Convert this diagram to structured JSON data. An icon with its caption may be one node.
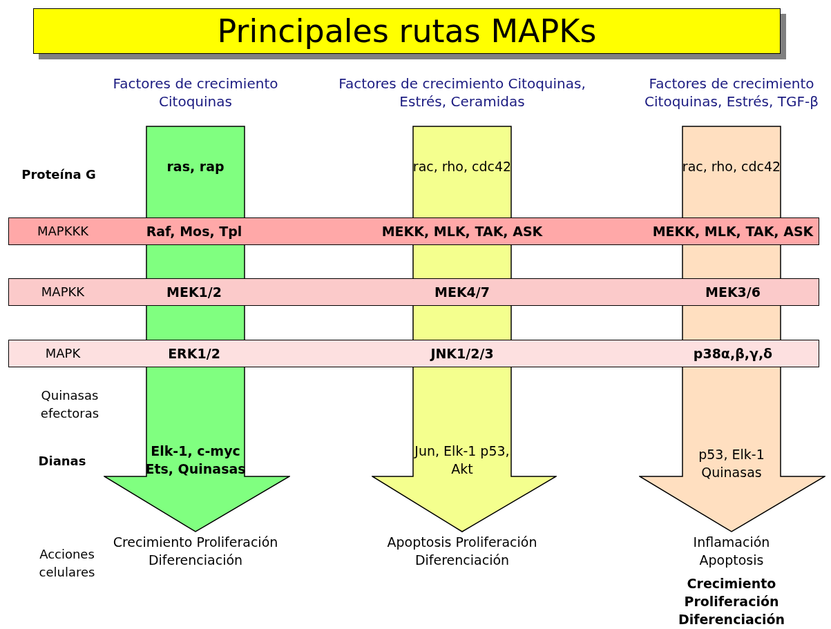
{
  "diagram": {
    "title": "Principales rutas MAPKs",
    "nodes": [
      {
        "text": [
          "ras, rap",
          "Elk-1, c-myc Ets, Quinasas"
        ],
        "beside": [
          "Factores de crecimiento Citoquinas",
          "Crecimiento Proliferación Diferenciación"
        ]
      },
      {
        "text": [
          "rac, rho, cdc42",
          "Jun, Elk-1 p53, Akt"
        ],
        "beside": [
          "Factores de crecimiento Citoquinas, Estrés, Ceramidas",
          "Apoptosis Proliferación Diferenciación"
        ]
      },
      {
        "text": [
          "rac, rho, cdc42",
          "p53, Elk-1 Quinasas"
        ],
        "beside": [
          "Factores de crecimiento Citoquinas, Estrés, TGF-β",
          "Inflamación Apoptosis",
          "Crecimiento Proliferación Diferenciación"
        ]
      },
      {
        "text": [
          "MAPKKK",
          "Raf, Mos, Tpl",
          "MEKK, MLK, TAK, ASK",
          "MEKK, MLK, TAK, ASK"
        ]
      },
      {
        "text": [
          "MAPKK",
          "MEK1/2",
          "MEK4/7",
          "MEK3/6"
        ]
      },
      {
        "text": [
          "MAPK",
          "ERK1/2",
          "JNK1/2/3",
          "p38α,β,γ,δ"
        ]
      }
    ],
    "labels": [
      "Proteína G",
      "Quinasas efectoras",
      "Dianas",
      "Acciones celulares"
    ]
  }
}
